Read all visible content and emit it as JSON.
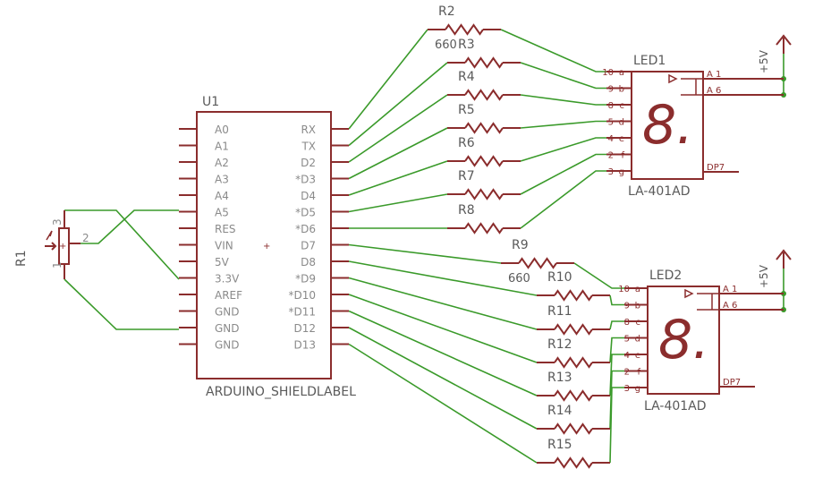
{
  "u1": {
    "ref": "U1",
    "name": "ARDUINO_SHIELDLABEL",
    "left_pins": [
      "A0",
      "A1",
      "A2",
      "A3",
      "A4",
      "A5",
      "RES",
      "VIN",
      "5V",
      "3.3V",
      "AREF",
      "GND",
      "GND",
      "GND"
    ],
    "right_pins": [
      "RX",
      "TX",
      "D2",
      "*D3",
      "D4",
      "*D5",
      "*D6",
      "D7",
      "D8",
      "*D9",
      "*D10",
      "*D11",
      "D12",
      "D13"
    ],
    "plus": "+"
  },
  "r1": {
    "ref": "R1",
    "pin1": "1",
    "pin2": "2",
    "pin3": "3",
    "plus": "+"
  },
  "resistors_top": [
    {
      "ref": "R2",
      "value": "660"
    },
    {
      "ref": "R3",
      "value": ""
    },
    {
      "ref": "R4",
      "value": ""
    },
    {
      "ref": "R5",
      "value": ""
    },
    {
      "ref": "R6",
      "value": ""
    },
    {
      "ref": "R7",
      "value": ""
    },
    {
      "ref": "R8",
      "value": ""
    }
  ],
  "resistors_bottom": [
    {
      "ref": "R9",
      "value": "660"
    },
    {
      "ref": "R10",
      "value": ""
    },
    {
      "ref": "R11",
      "value": ""
    },
    {
      "ref": "R12",
      "value": ""
    },
    {
      "ref": "R13",
      "value": ""
    },
    {
      "ref": "R14",
      "value": ""
    },
    {
      "ref": "R15",
      "value": ""
    }
  ],
  "led1": {
    "ref": "LED1",
    "part": "LA-401AD",
    "digit": "8.",
    "pins": [
      {
        "num": "10",
        "name": "a"
      },
      {
        "num": "9",
        "name": "b"
      },
      {
        "num": "8",
        "name": "c"
      },
      {
        "num": "5",
        "name": "d"
      },
      {
        "num": "4",
        "name": "e"
      },
      {
        "num": "2",
        "name": "f"
      },
      {
        "num": "3",
        "name": "g"
      }
    ],
    "anode1": "A  1",
    "anode2": "A  6",
    "dp": "DP7"
  },
  "led2": {
    "ref": "LED2",
    "part": "LA-401AD",
    "digit": "8.",
    "pins": [
      {
        "num": "10",
        "name": "a"
      },
      {
        "num": "9",
        "name": "b"
      },
      {
        "num": "8",
        "name": "c"
      },
      {
        "num": "5",
        "name": "d"
      },
      {
        "num": "4",
        "name": "e"
      },
      {
        "num": "2",
        "name": "f"
      },
      {
        "num": "3",
        "name": "g"
      }
    ],
    "anode1": "A  1",
    "anode2": "A  6",
    "dp": "DP7"
  },
  "power": {
    "top": "+5V",
    "bottom": "+5V"
  }
}
